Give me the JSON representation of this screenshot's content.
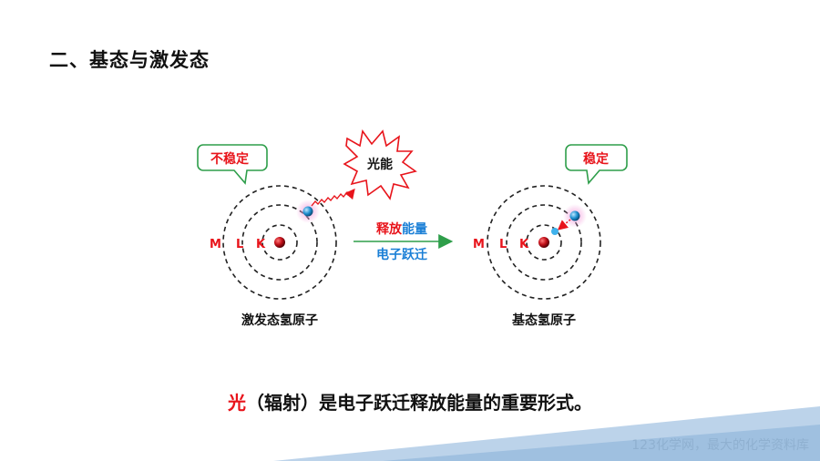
{
  "title": "二、基态与激发态",
  "left_atom": {
    "caption": "激发态氢原子",
    "callout": "不稳定",
    "shells": [
      "M",
      "L",
      "K"
    ]
  },
  "right_atom": {
    "caption": "基态氢原子",
    "callout": "稳定",
    "shells": [
      "M",
      "L",
      "K"
    ]
  },
  "photon_label": "光能",
  "arrow": {
    "top_part1": "释放",
    "top_part2": "能量",
    "bottom": "电子跃迁"
  },
  "statement": {
    "highlight": "光",
    "rest": "（辐射）是电子跃迁释放能量的重要形式。"
  },
  "watermark": "123化学网，最大的化学资料库",
  "colors": {
    "red": "#e8141b",
    "blue": "#1a7fd6",
    "green": "#2e9e4a",
    "nucleus": "#c3111a",
    "electron": "#1e8fd0",
    "banner": "#bcd3ea"
  }
}
